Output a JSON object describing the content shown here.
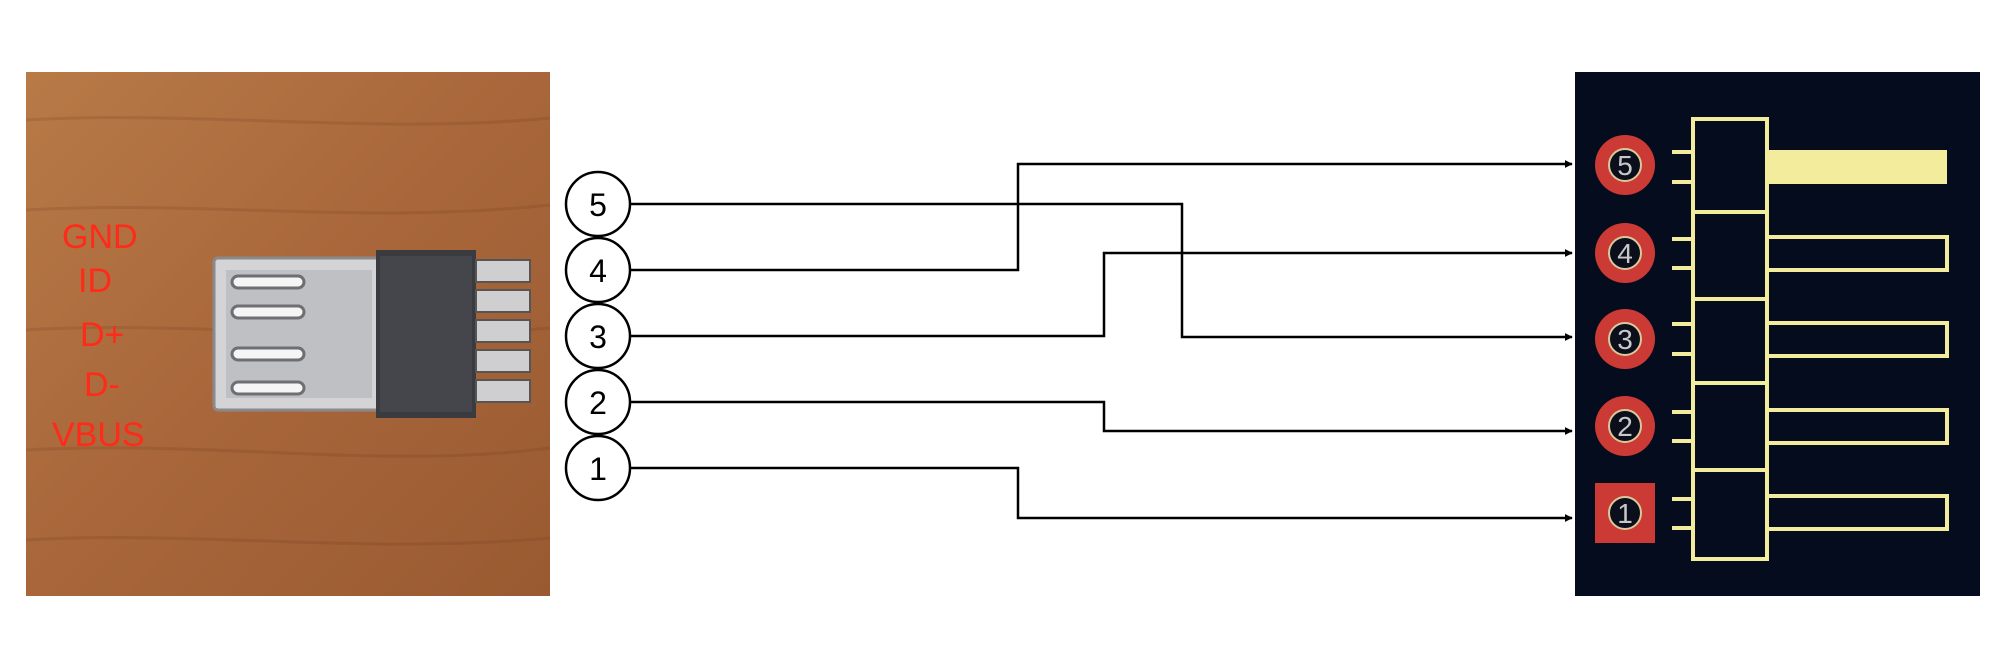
{
  "photo": {
    "pin_labels": [
      "GND",
      "ID",
      "D+",
      "D-",
      "VBUS"
    ]
  },
  "connector_numbers": [
    "5",
    "4",
    "3",
    "2",
    "1"
  ],
  "pcb": {
    "pad_numbers": [
      "5",
      "4",
      "3",
      "2",
      "1"
    ]
  },
  "connections": [
    {
      "from": "5",
      "to": "3"
    },
    {
      "from": "4",
      "to": "5"
    },
    {
      "from": "3",
      "to": "4"
    },
    {
      "from": "2",
      "to": "2"
    },
    {
      "from": "1",
      "to": "1"
    }
  ],
  "colors": {
    "label_red": "#ff2a1a",
    "pcb_bg": "#050c1e",
    "silkscreen": "#f2ec9c",
    "pad_red": "#cc3a36",
    "wood": "#a9693a"
  }
}
